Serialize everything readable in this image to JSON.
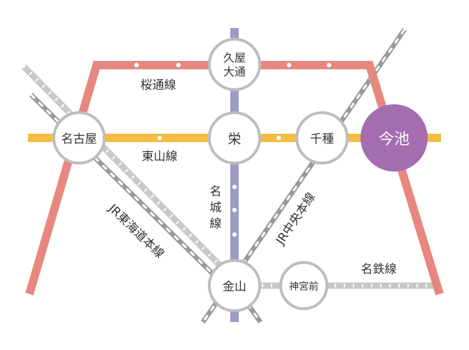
{
  "colors": {
    "sakura_dori": "#e88780",
    "higashiyama": "#f2bd42",
    "meijo": "#9b9bc7",
    "jr": "#9a9a9a",
    "meitetsu": "#c7c7c7",
    "highlight": "#a46db0",
    "station_ring": "#bdbdbd"
  },
  "stations": {
    "hisaya_odori": [
      "久屋",
      "大通"
    ],
    "nagoya": "名古屋",
    "sakae": "栄",
    "chikusa": "千種",
    "imaike": "今池",
    "kanayama": "金山",
    "jingu_mae": "神宮前"
  },
  "lines": {
    "sakura_dori": "桜通線",
    "higashiyama": "東山線",
    "meijo": [
      "名",
      "城",
      "線"
    ],
    "jr_tokaido": "JR東海道本線",
    "jr_chuo": "JR中央本線",
    "meitetsu": "名鉄線"
  }
}
